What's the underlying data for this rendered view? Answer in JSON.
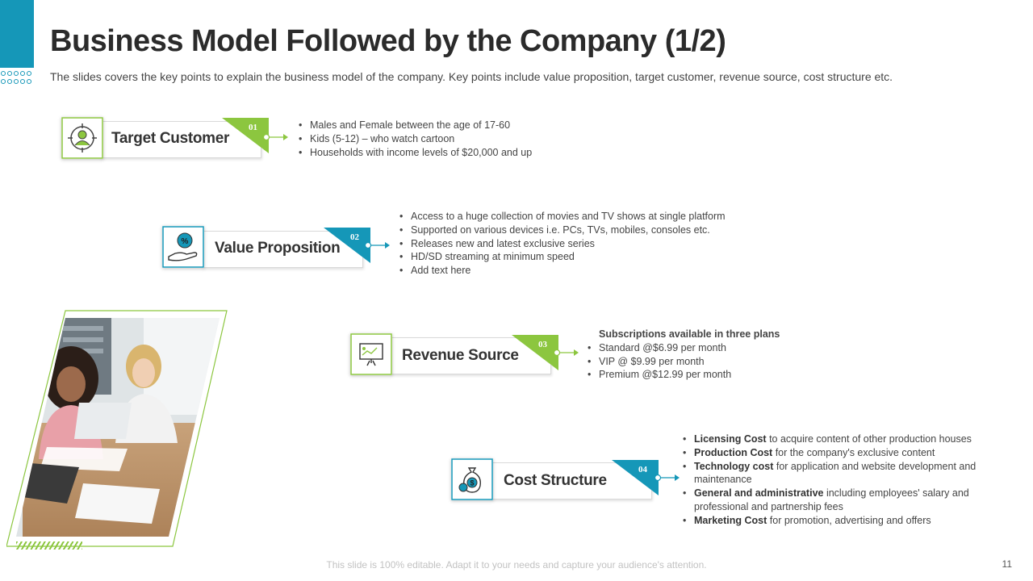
{
  "slide": {
    "title": "Business Model Followed by the Company (1/2)",
    "subtitle": "The slides covers the key points to explain the business model of the company. Key points include value proposition, target customer, revenue source, cost structure etc.",
    "footer": "This slide is 100% editable. Adapt it to your needs and capture your audience's attention.",
    "page_number": "11"
  },
  "colors": {
    "teal": "#1597b8",
    "green": "#8cc63f"
  },
  "sections": [
    {
      "number": "01",
      "label": "Target Customer",
      "icon": "target-customer-icon",
      "color": "#8cc63f",
      "bullets": [
        "Males and Female between the age of 17-60",
        "Kids (5-12) – who watch cartoon",
        "Households with income levels of $20,000 and up"
      ]
    },
    {
      "number": "02",
      "label": "Value Proposition",
      "icon": "value-hand-icon",
      "color": "#1597b8",
      "bullets": [
        "Access to a huge collection of movies and TV shows at single platform",
        "Supported on various devices i.e. PCs, TVs, mobiles, consoles etc.",
        "Releases new and latest exclusive series",
        "HD/SD streaming at minimum speed",
        "Add text here"
      ]
    },
    {
      "number": "03",
      "label": "Revenue Source",
      "icon": "presentation-board-icon",
      "color": "#8cc63f",
      "heading": "Subscriptions available in three plans",
      "bullets": [
        "Standard @$6.99 per month",
        "VIP @ $9.99 per month",
        "Premium @$12.99 per month"
      ]
    },
    {
      "number": "04",
      "label": "Cost Structure",
      "icon": "money-bag-icon",
      "color": "#1597b8",
      "items": [
        {
          "bold": "Licensing Cost",
          "text": " to acquire content of other production houses"
        },
        {
          "bold": "Production Cost",
          "text": " for the company's exclusive content"
        },
        {
          "bold": "Technology cost",
          "text": " for application and website development and maintenance"
        },
        {
          "bold": "General and administrative",
          "text": " including employees' salary and professional and partnership fees"
        },
        {
          "bold": "Marketing Cost",
          "text": " for promotion, advertising and offers"
        }
      ]
    }
  ]
}
